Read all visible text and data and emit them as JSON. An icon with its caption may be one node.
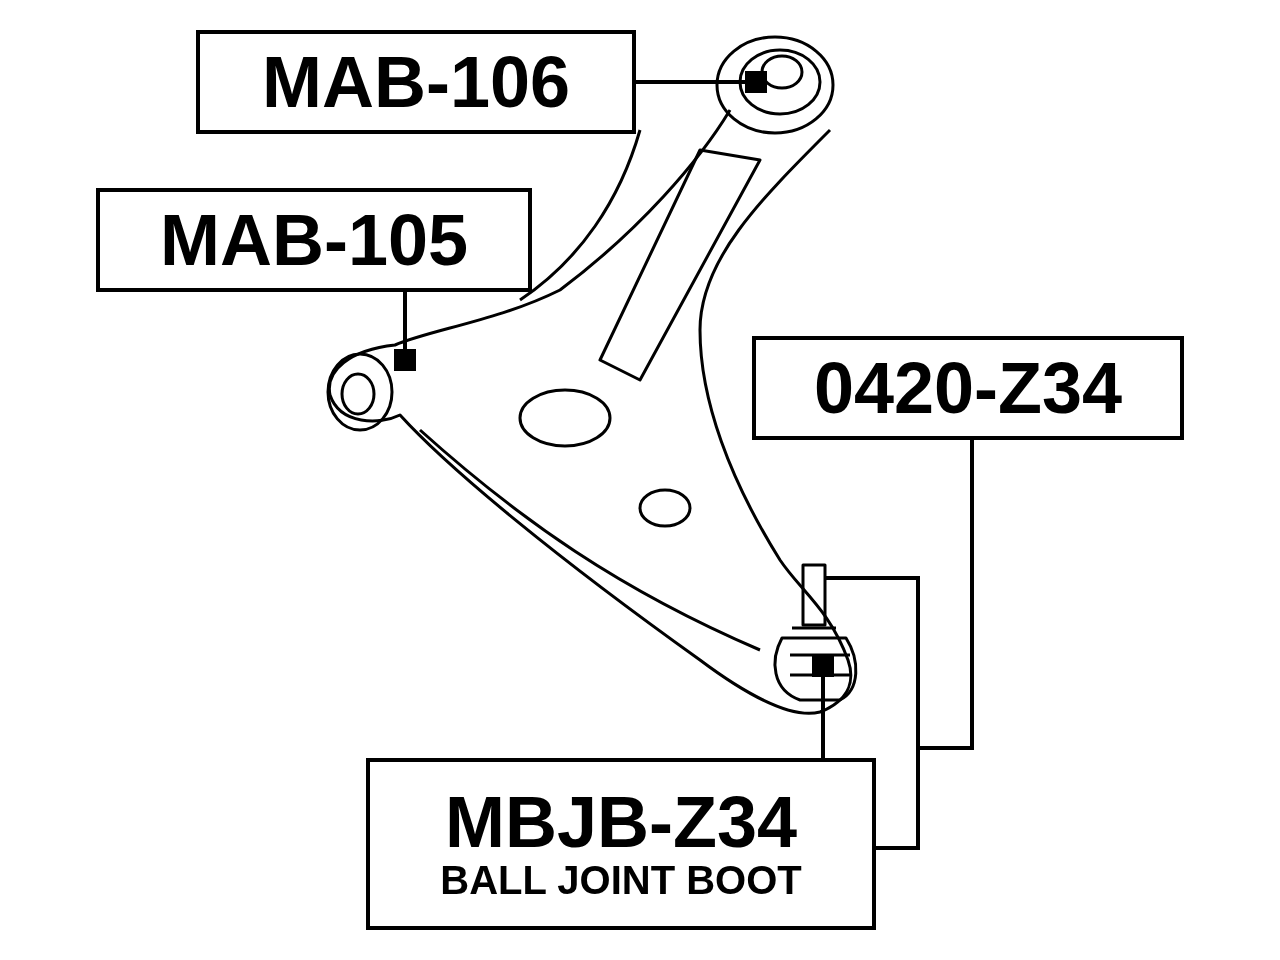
{
  "diagram": {
    "nodes": [
      {
        "text": [
          "MAB-106"
        ]
      },
      {
        "text": [
          "MAB-105"
        ]
      },
      {
        "text": [
          "0420-Z34"
        ]
      },
      {
        "text": [
          "MBJB-Z34",
          "BALL JOINT BOOT"
        ]
      }
    ],
    "edges": [
      {
        "from": 0,
        "to": null,
        "arrow": "other"
      },
      {
        "from": 1,
        "to": null,
        "arrow": "other"
      },
      {
        "from": 2,
        "to": null,
        "arrow": "none"
      },
      {
        "from": 3,
        "to": null,
        "arrow": "other"
      }
    ]
  }
}
